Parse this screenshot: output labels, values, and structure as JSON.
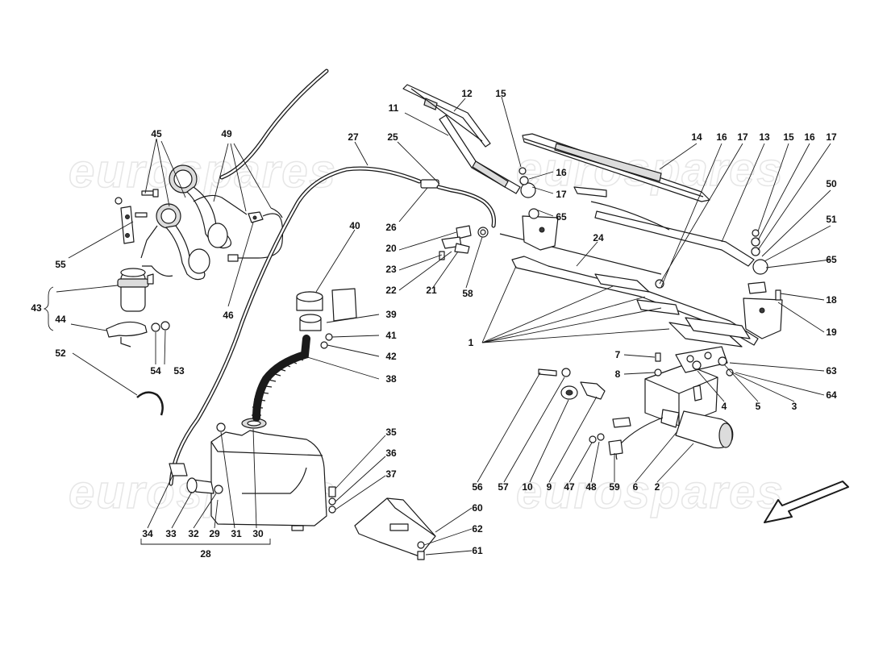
{
  "watermark": "eurospares",
  "labels": {
    "l1": "1",
    "l2": "2",
    "l3": "3",
    "l4": "4",
    "l5": "5",
    "l6": "6",
    "l7": "7",
    "l8": "8",
    "l9": "9",
    "l10": "10",
    "l11": "11",
    "l12": "12",
    "l13": "13",
    "l14": "14",
    "l15a": "15",
    "l15b": "15",
    "l16a": "16",
    "l16b": "16",
    "l16c": "16",
    "l17a": "17",
    "l17b": "17",
    "l17c": "17",
    "l18": "18",
    "l19": "19",
    "l20": "20",
    "l21": "21",
    "l22": "22",
    "l23": "23",
    "l24": "24",
    "l25": "25",
    "l26": "26",
    "l27": "27",
    "l28": "28",
    "l29": "29",
    "l30": "30",
    "l31": "31",
    "l32": "32",
    "l33": "33",
    "l34": "34",
    "l35": "35",
    "l36": "36",
    "l37": "37",
    "l38": "38",
    "l39": "39",
    "l40": "40",
    "l41": "41",
    "l42": "42",
    "l43": "43",
    "l44": "44",
    "l45": "45",
    "l46": "46",
    "l47": "47",
    "l48": "48",
    "l49": "49",
    "l50": "50",
    "l51": "51",
    "l52": "52",
    "l53": "53",
    "l54": "54",
    "l55": "55",
    "l56": "56",
    "l57": "57",
    "l58": "58",
    "l59": "59",
    "l60": "60",
    "l61": "61",
    "l62": "62",
    "l63": "63",
    "l64": "64",
    "l65a": "65",
    "l65b": "65"
  },
  "colors": {
    "line": "#1a1a1a",
    "watermark": "#e6e6e6",
    "background": "#ffffff"
  }
}
